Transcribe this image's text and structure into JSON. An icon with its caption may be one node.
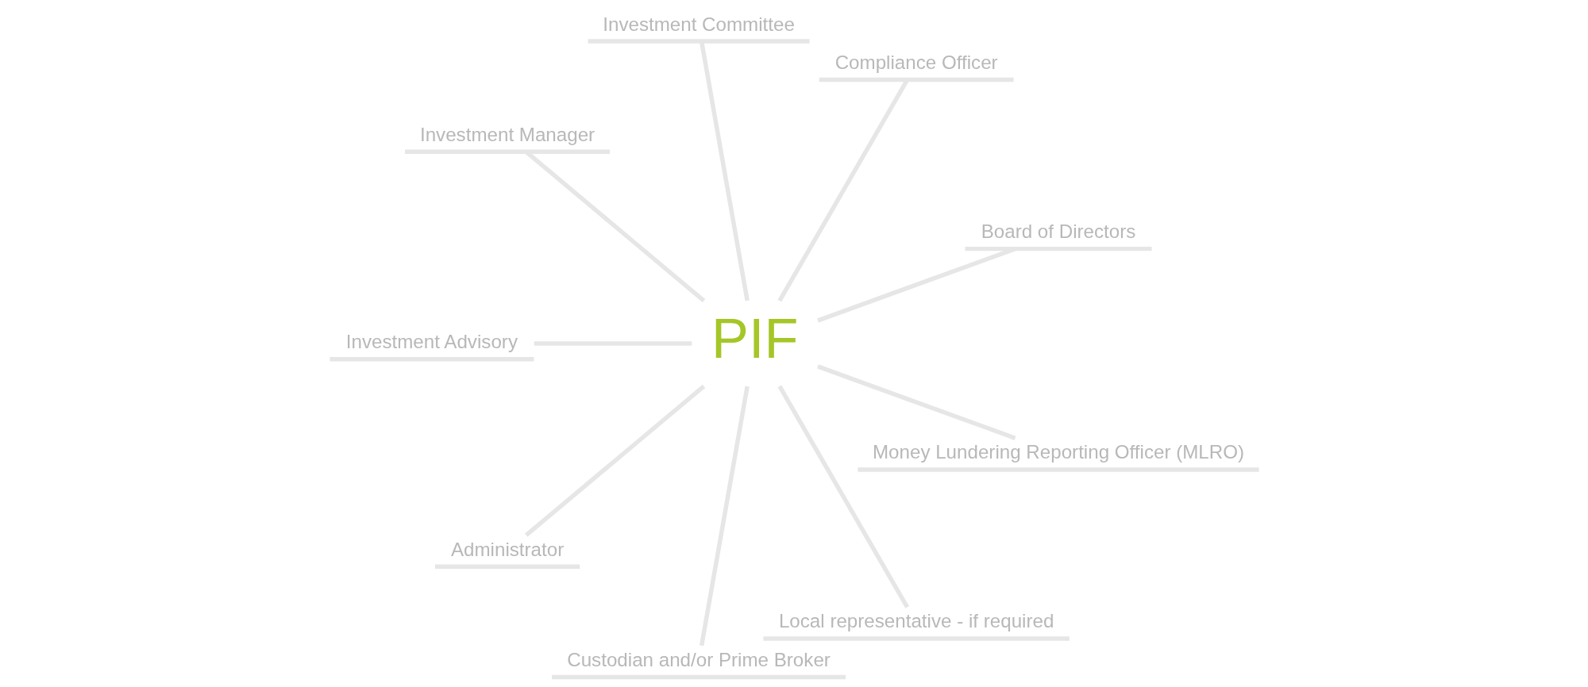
{
  "diagram": {
    "nodes": [
      {
        "text": [
          "Investment Committee"
        ]
      },
      {
        "text": [
          "Investment Manager"
        ]
      },
      {
        "text": [
          "Compliance Officer"
        ]
      },
      {
        "text": [
          "Investment Advisory"
        ]
      },
      {
        "text": [
          "PIF"
        ]
      },
      {
        "text": [
          "Board of Directors"
        ]
      },
      {
        "text": [
          "Administrator"
        ]
      },
      {
        "text": [
          "Money Lundering Reporting Officer (MLRO)"
        ]
      },
      {
        "text": [
          "Custodian and/or Prime Broker"
        ]
      },
      {
        "text": [
          "Local representative - if required"
        ]
      }
    ],
    "edges": [
      {
        "from": 4,
        "to": 5,
        "arrow": "none"
      },
      {
        "from": 4,
        "to": 2,
        "arrow": "none"
      },
      {
        "from": 4,
        "to": 0,
        "arrow": "none"
      },
      {
        "from": 4,
        "to": 1,
        "arrow": "none"
      },
      {
        "from": 4,
        "to": 3,
        "arrow": "none"
      },
      {
        "from": 4,
        "to": 6,
        "arrow": "none"
      },
      {
        "from": 4,
        "to": 8,
        "arrow": "none"
      },
      {
        "from": 4,
        "to": 9,
        "arrow": "none"
      },
      {
        "from": 4,
        "to": 7,
        "arrow": "none"
      }
    ]
  }
}
